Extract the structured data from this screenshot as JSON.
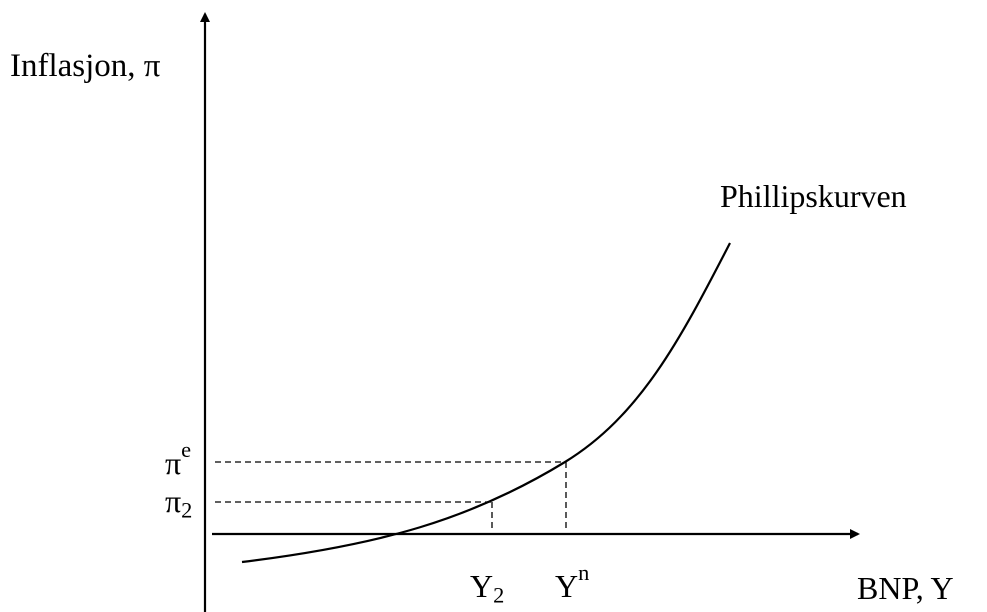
{
  "diagram": {
    "y_axis_title": "Inflasjon, π",
    "x_axis_title": "BNP,  Y",
    "curve_label": "Phillipskurven",
    "pi_e": {
      "base": "π",
      "sup": "e"
    },
    "pi_2": {
      "base": "π",
      "sub": "2"
    },
    "y_2": {
      "base": "Y",
      "sub": "2"
    },
    "y_n": {
      "base": "Y",
      "sup": "n"
    },
    "colors": {
      "ink": "#000000",
      "background": "#ffffff"
    }
  }
}
